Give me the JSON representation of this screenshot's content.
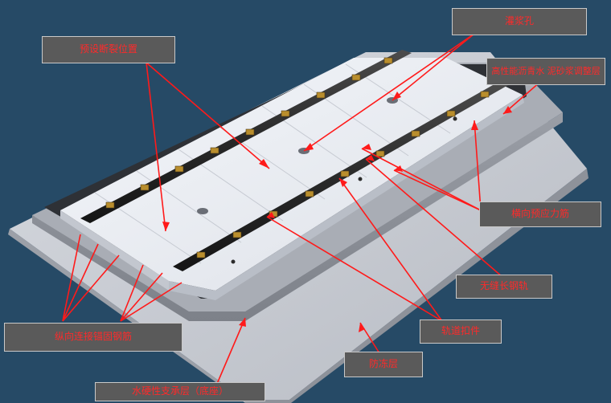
{
  "labels": {
    "grouting_hole": "灌浆孔",
    "preset_crack": "预设断裂位置",
    "caem_layer": "高性能沥青水 泥砂浆调整层",
    "transverse_tendon": "横向预应力筋",
    "cwr_rail": "无缝长钢轨",
    "rail_fastener": "轨道扣件",
    "longitudinal_rebar": "纵向连接锚固钢筋",
    "antifreeze_layer": "防冻层",
    "hbl_base": "水硬性支承层（底座）"
  },
  "colors": {
    "background": "#264a66",
    "label_bg": "#5a5a5a",
    "label_text": "#ff2a2a",
    "leader": "#ff1a1a"
  }
}
